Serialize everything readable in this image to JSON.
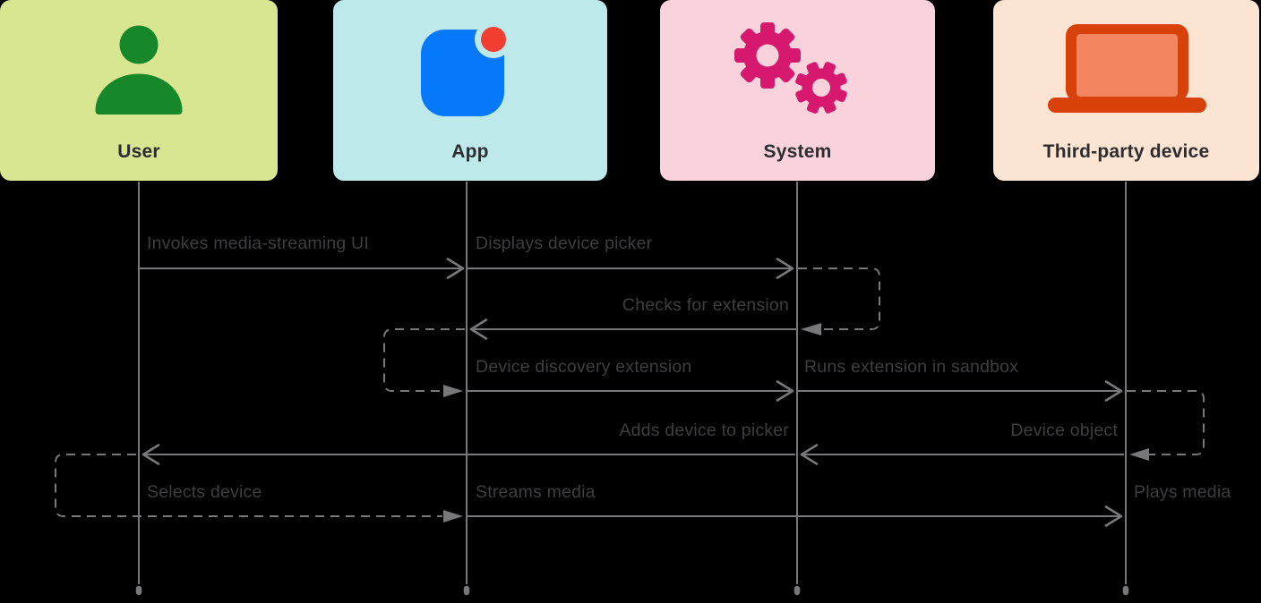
{
  "diagram": {
    "type": "sequence-diagram",
    "description": "Media-streaming device discovery flow"
  },
  "colors": {
    "background": "#000000",
    "line": "#78787a",
    "label": "#3e3e40",
    "title": "#2d2d2f"
  },
  "actors": [
    {
      "name": "User",
      "icon": "person-icon",
      "bg": "#d8e591",
      "accent": "#17882a"
    },
    {
      "name": "App",
      "icon": "app-icon",
      "bg": "#bde9eb",
      "accent": "#0678fa",
      "badge": "#f23e31"
    },
    {
      "name": "System",
      "icon": "gears-icon",
      "bg": "#f9d2dc",
      "accent": "#d7186f"
    },
    {
      "name": "Third-party device",
      "icon": "laptop-icon",
      "bg": "#fce4d2",
      "accent": "#d84109",
      "screen": "#f48561"
    }
  ],
  "messages": [
    {
      "label": "Invokes media-streaming UI",
      "from": "User",
      "to": "App",
      "line": "solid"
    },
    {
      "label": "Displays device picker",
      "from": "App",
      "to": "System",
      "line": "solid"
    },
    {
      "label": "Checks for extension",
      "from": "System",
      "to": "App",
      "line": "solid",
      "self_loop": "right-of-System"
    },
    {
      "label": "Device discovery extension",
      "from": "App",
      "to": "System",
      "line": "solid",
      "self_loop": "left-of-App"
    },
    {
      "label": "Runs extension in sandbox",
      "from": "System",
      "to": "Third-party device",
      "line": "solid"
    },
    {
      "label": "Adds device to picker",
      "from": "System",
      "to": "User",
      "line": "solid"
    },
    {
      "label": "Device object",
      "from": "Third-party device",
      "to": "System",
      "line": "solid",
      "self_loop": "right-of-Third-party device"
    },
    {
      "label": "Selects device",
      "from": "User",
      "to": "App",
      "line": "dashed",
      "self_loop": "left-of-User"
    },
    {
      "label": "Streams media",
      "from": "App",
      "to": "Third-party device",
      "line": "solid"
    },
    {
      "label": "Plays media",
      "from": "Third-party device",
      "to": "",
      "line": "none"
    }
  ]
}
